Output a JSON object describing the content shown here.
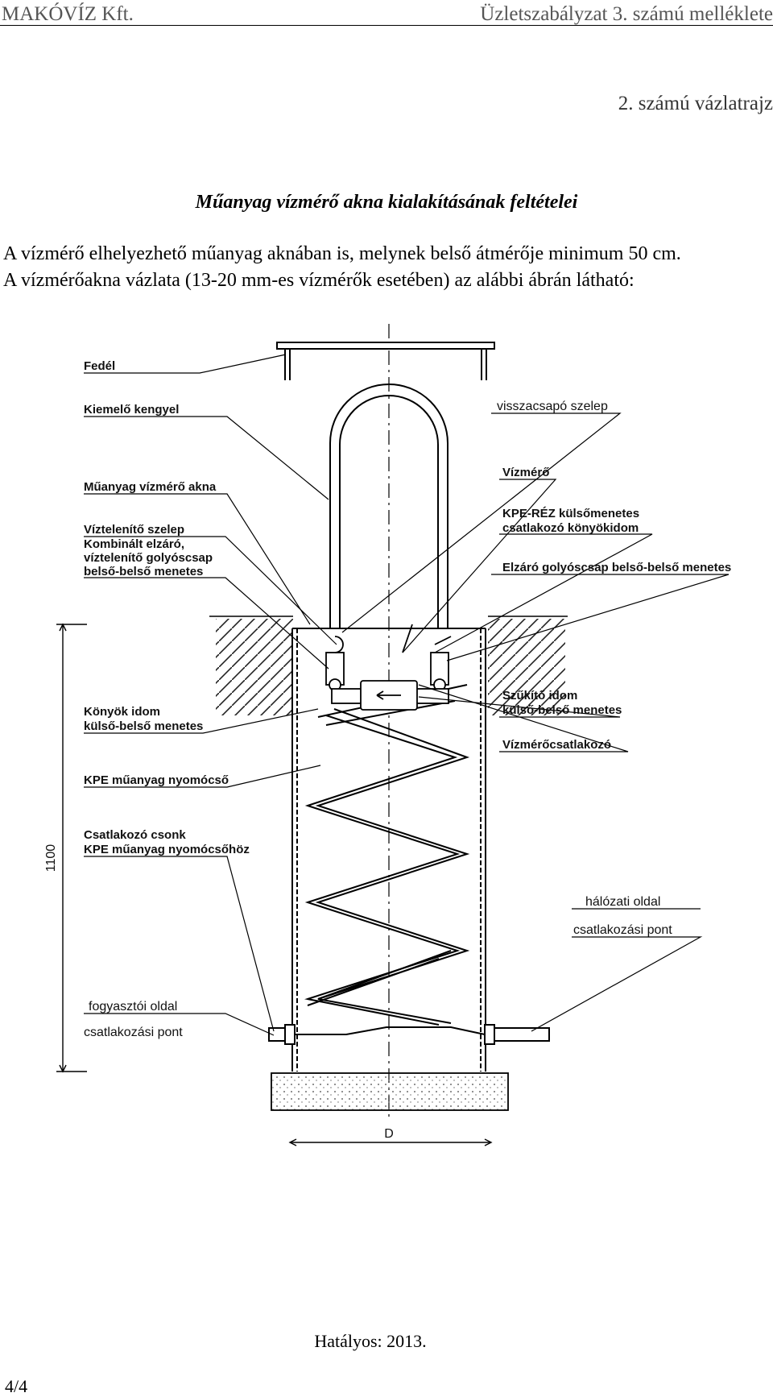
{
  "header": {
    "company": "MAKÓVÍZ Kft.",
    "doc": "Üzletszabályzat 3. számú melléklete"
  },
  "sketch_number": "2. számú vázlatrajz",
  "title": "Műanyag vízmérő akna kialakításának feltételei",
  "paragraphs": [
    "A vízmérő elhelyezhető műanyag aknában is, melynek belső átmérője minimum 50 cm.",
    "A vízmérőakna vázlata (13-20 mm-es vízmérők esetében) az alábbi ábrán látható:"
  ],
  "drawing": {
    "labels_left": {
      "fedel": "Fedél",
      "kengyel": "Kiemelő kengyel",
      "akna": "Műanyag vízmérő akna",
      "viztelenito": "Víztelenítő szelep",
      "kombinalt_1": "Kombinált elzáró,",
      "kombinalt_2": "víztelenítő golyóscsap",
      "kombinalt_3": "belső-belső menetes",
      "konyok_1": "Könyök idom",
      "konyok_2": "külső-belső menetes",
      "kpe": "KPE műanyag nyomócső",
      "csonk_1": "Csatlakozó csonk",
      "csonk_2": "KPE műanyag nyomócsőhöz"
    },
    "labels_right": {
      "visszacsapo": "visszacsapó szelep",
      "vizmero": "Vízmérő",
      "kperez_1": "KPE-RÉZ külsőmenetes",
      "kperez_2": "csatlakozó könyökidom",
      "elzaro": "Elzáró golyóscsap belső-belső menetes",
      "szukito_1": "Szűkítő idom",
      "szukito_2": "külső-belső menetes",
      "csatlakozo": "Vízmérőcsatlakozó"
    },
    "dimension": "1100",
    "diameter": "D",
    "halozati_1": "hálózati oldal",
    "halozati_2": "csatlakozási pont",
    "fogyaszto_1": "fogyasztói oldal",
    "fogyaszto_2": "csatlakozási pont"
  },
  "footer": "Hatályos: 2013.",
  "page_number": "4/4"
}
